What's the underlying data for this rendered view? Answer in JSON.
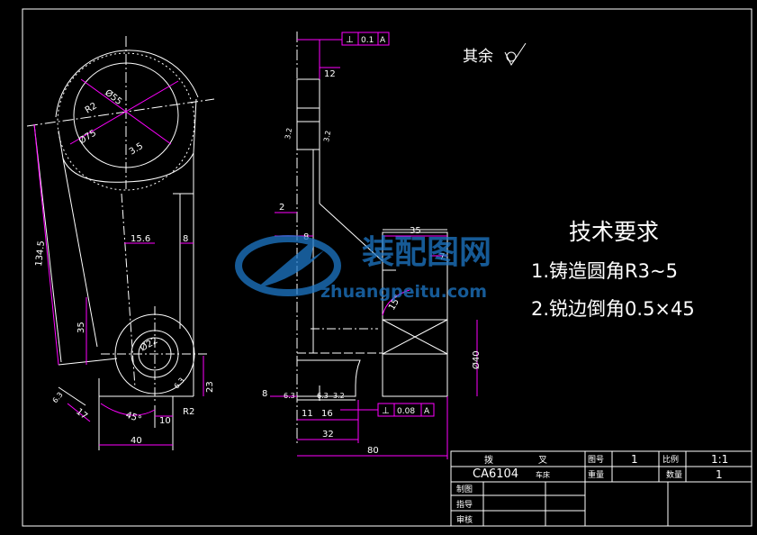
{
  "colors": {
    "background": "#000000",
    "geometry": "#ffffff",
    "dimension": "#ff00ff",
    "watermark": "#1e78c8"
  },
  "surface_note": "其余",
  "tech_requirements": {
    "title": "技术要求",
    "items": [
      "1.铸造圆角R3~5",
      "2.锐边倒角0.5×45"
    ]
  },
  "title_block": {
    "part_name_a": "拨",
    "part_name_b": "叉",
    "drawing_no": "CA6104",
    "drawing_no_suffix": "车床",
    "label_drawing_no": "图号",
    "value_drawing_no": "1",
    "label_scale": "比例",
    "value_scale": "1:1",
    "label_weight": "重量",
    "label_quantity": "数量",
    "value_quantity": "1",
    "label_designed": "制图",
    "label_instructor": "指导",
    "label_reviewed": "审核"
  },
  "watermark": {
    "cn": "装配图网",
    "url": "zhuangpeitu.com"
  },
  "dims_left": {
    "d_top_a": "Ø55",
    "d_top_b": "Ø75",
    "d_top_c": "R2",
    "d_top_d": "3.5",
    "len_diag": "134.5",
    "w_15": "15.6",
    "w_8": "8",
    "h_35": "35",
    "d_bot": "Ø22",
    "h_23": "23",
    "angle": "45°",
    "w_10": "10",
    "w_40": "40",
    "w_17": "17",
    "r_62": "R2",
    "sf_a": "6.3",
    "sf_b": "6.3"
  },
  "dims_right": {
    "gdt_top_sym": "⊥",
    "gdt_top_tol": "0.1",
    "gdt_top_ref": "A",
    "gdt_bot_sym": "⊥",
    "gdt_bot_tol": "0.08",
    "gdt_bot_ref": "A",
    "w_12": "12",
    "w_2": "2",
    "w_8": "8",
    "w_35": "35",
    "w_7": "7",
    "a_15": "15°",
    "d_40": "Ø40",
    "h_8": "8",
    "w_11": "11",
    "w_16": "16",
    "w_32": "32",
    "w_80": "80",
    "sf_a": "3.2",
    "sf_b": "3.2",
    "sf_c": "6.3",
    "sf_d": "3.2",
    "sf_e": "6.3"
  }
}
